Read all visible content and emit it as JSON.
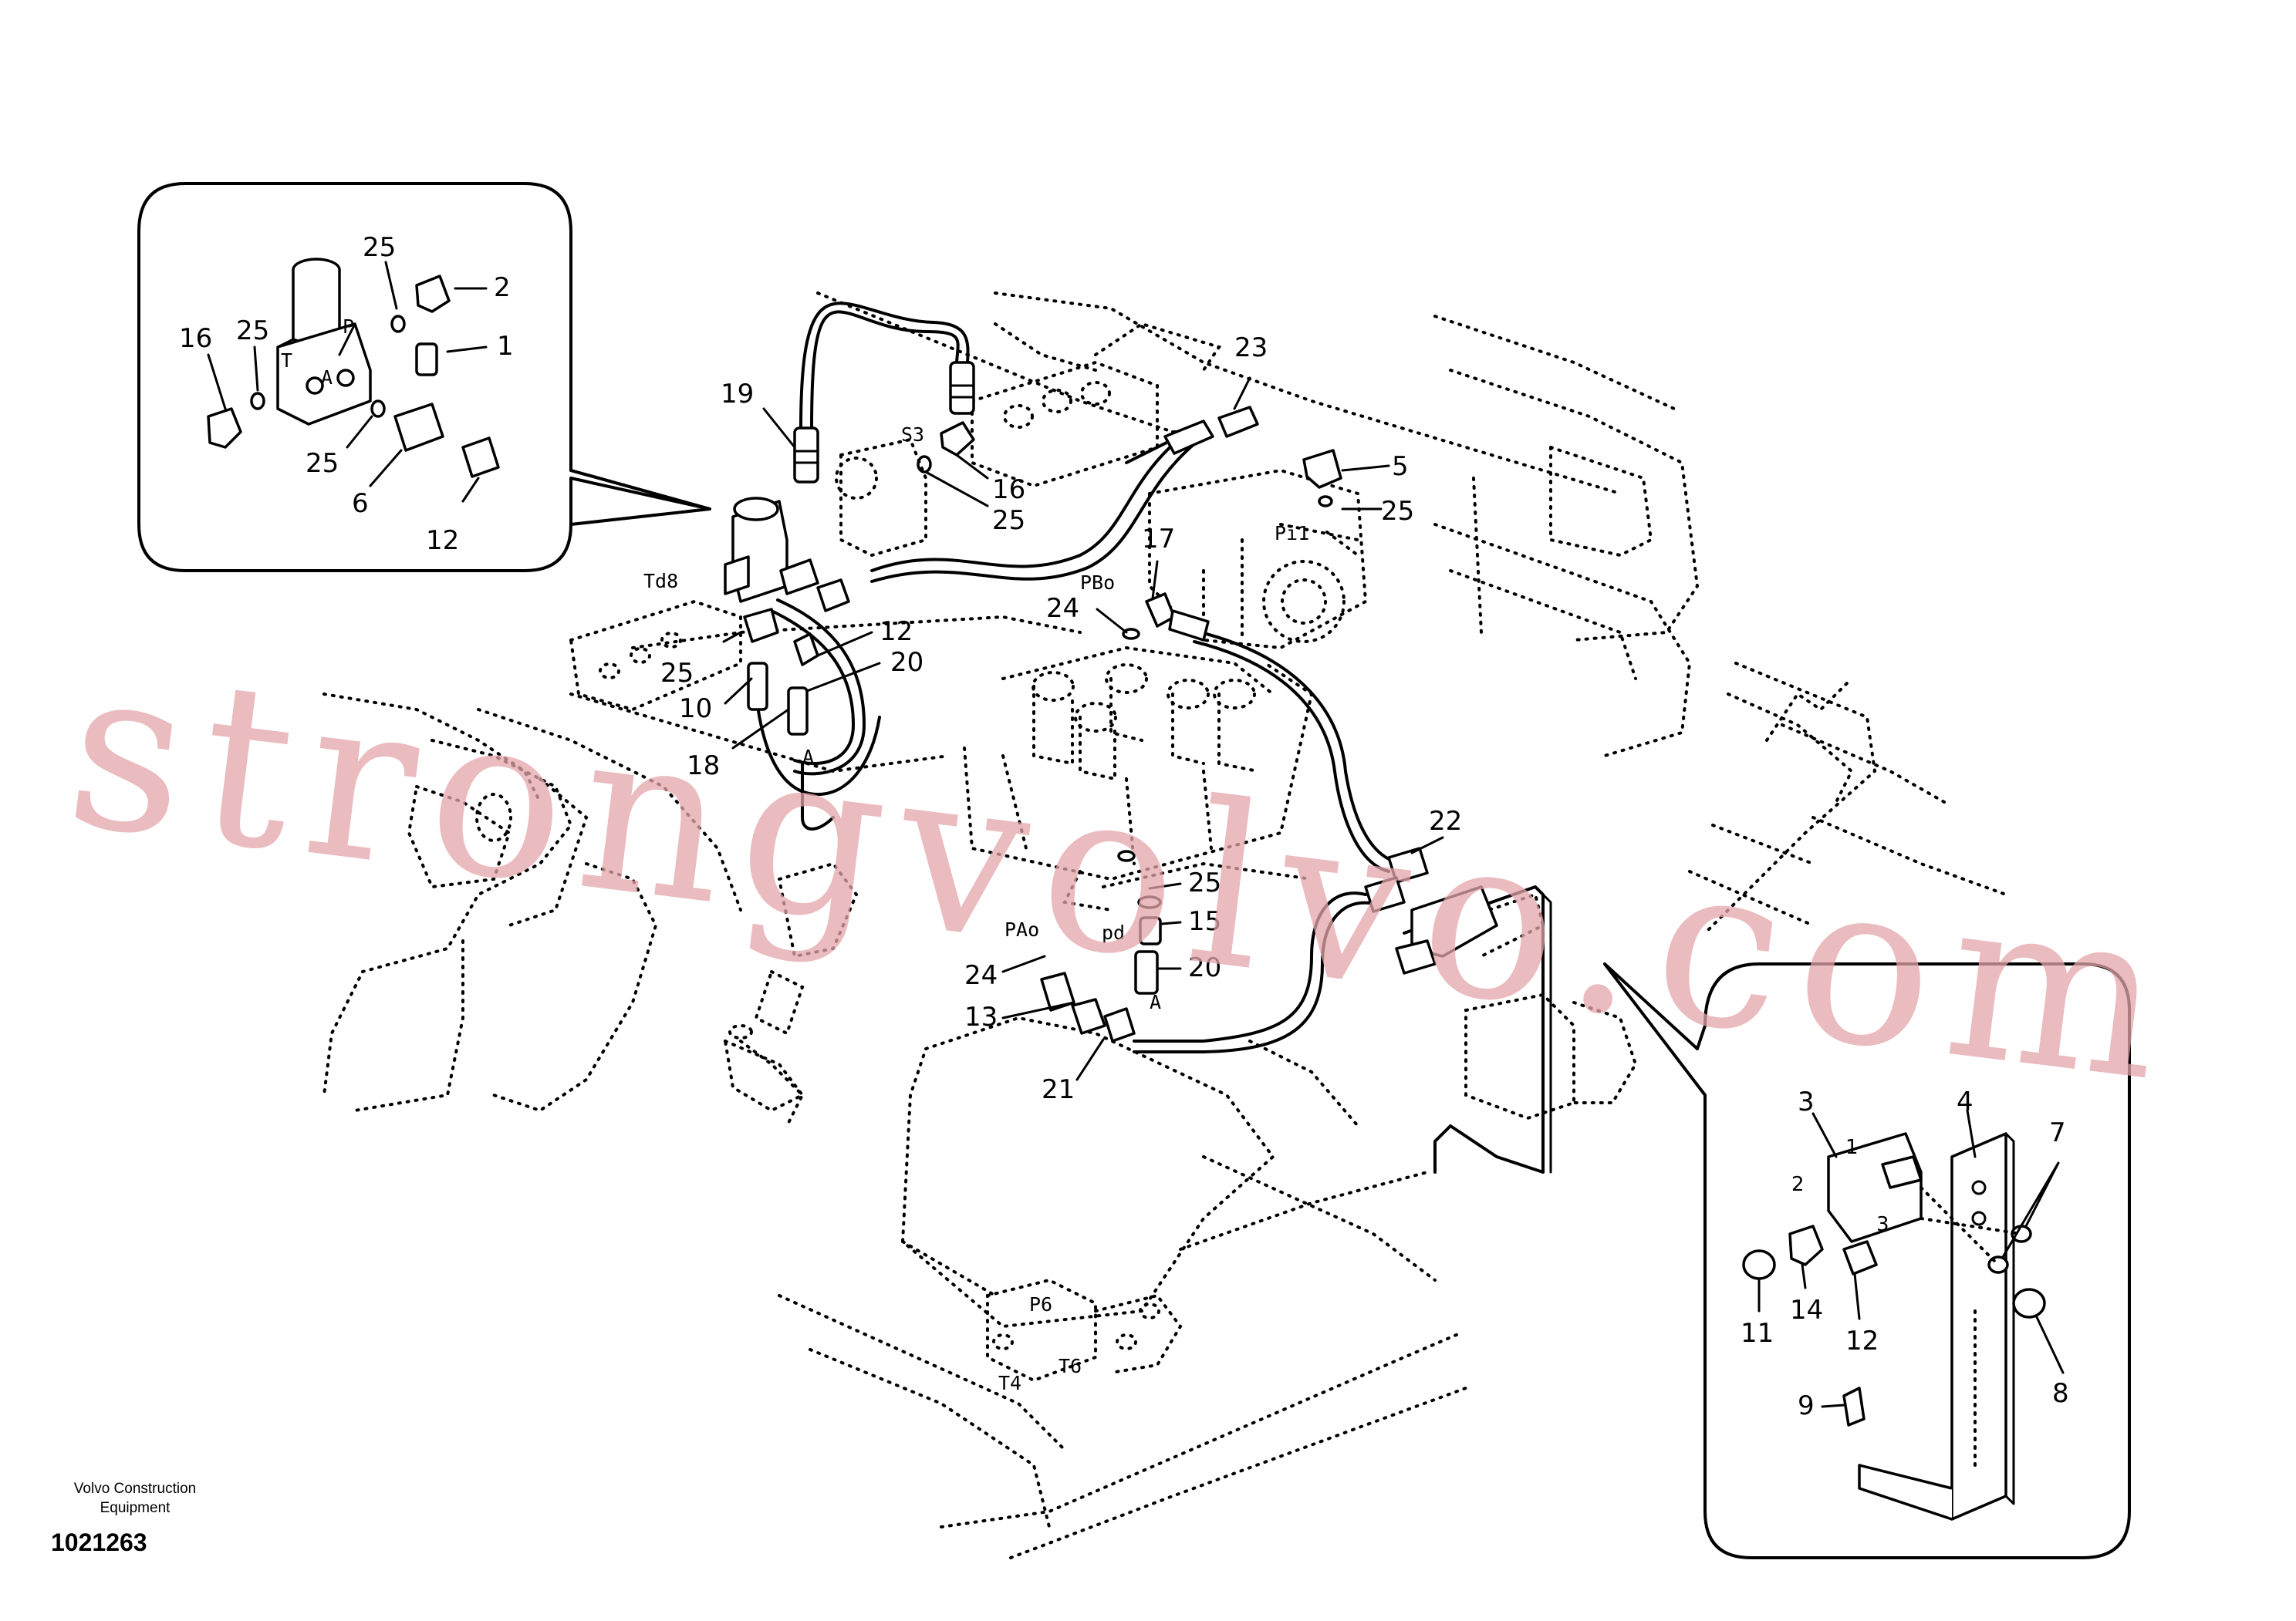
{
  "caption": {
    "company": "Volvo Construction Equipment",
    "reference": "1021263"
  },
  "watermark": "strongvolvo.com",
  "callouts": {
    "left_inset": [
      "25",
      "2",
      "16",
      "25",
      "1",
      "25",
      "6",
      "12"
    ],
    "main": [
      "19",
      "23",
      "5",
      "25",
      "16",
      "25",
      "17",
      "24",
      "12",
      "20",
      "25",
      "10",
      "18",
      "22",
      "25",
      "15",
      "20",
      "24",
      "13",
      "21"
    ],
    "right_inset": [
      "3",
      "4",
      "7",
      "1",
      "2",
      "3",
      "11",
      "14",
      "12",
      "8",
      "9"
    ]
  },
  "ports": {
    "left_inset": [
      "P",
      "T",
      "A"
    ],
    "main": [
      "S3",
      "Pi1",
      "PBo",
      "Td8",
      "A",
      "PAo",
      "pd",
      "A",
      "P6",
      "T4",
      "T6"
    ]
  },
  "colors": {
    "line": "#000000",
    "watermark": "#e4a6aa",
    "background": "#ffffff"
  }
}
